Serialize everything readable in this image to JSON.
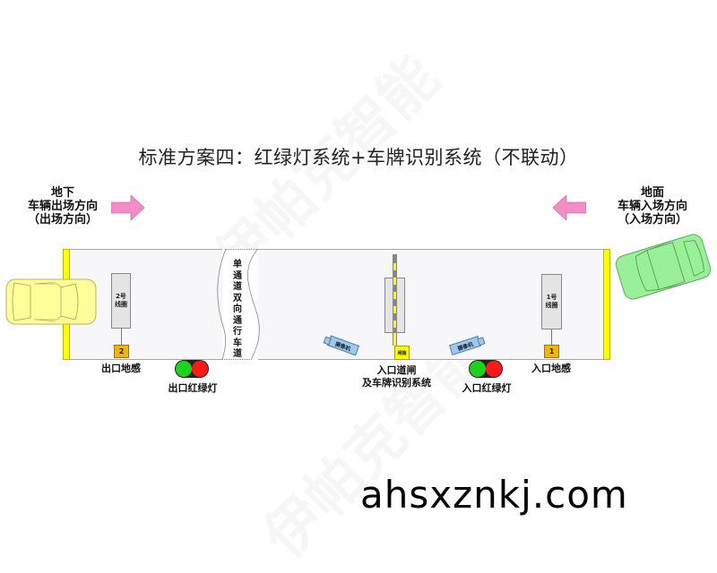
{
  "title": "标准方案四：红绿灯系统+车牌识别系统（不联动）",
  "watermark": "伊帕克智能",
  "exit_direction": {
    "line1": "地下",
    "line2": "车辆出场方向",
    "line3": "（出场方向）",
    "arrow": "right-arrow"
  },
  "entry_direction": {
    "line1": "地面",
    "line2": "车辆入场方向",
    "line3": "（入场方向）",
    "arrow": "left-arrow"
  },
  "lane_note": [
    "单",
    "通",
    "道",
    "双",
    "向",
    "通",
    "行",
    "车",
    "道"
  ],
  "loops": {
    "exit_loop": {
      "line1": "2号",
      "line2": "线圈",
      "detector_number": "2"
    },
    "entry_loop": {
      "line1": "1号",
      "line2": "线圈",
      "detector_number": "1"
    }
  },
  "barrier": {
    "box_label": "闸箱"
  },
  "cameras": {
    "left": "摄像机",
    "right": "摄像机"
  },
  "labels": {
    "exit_detector": "出口地感",
    "exit_light": "出口红绿灯",
    "entry_gate_line1": "入口道闸",
    "entry_gate_line2": "及车牌识别系统",
    "entry_light": "入口红绿灯",
    "entry_detector": "入口地感"
  },
  "colors": {
    "arrow_pink": "#f48cc7",
    "exit_car": "#ffff99",
    "entry_car": "#99f099",
    "stop_bar": "#ffff00",
    "detector": "#f5b400",
    "green_lamp": "#1fd11f",
    "red_lamp": "#ff1a1a",
    "camera": "#9fc8ea"
  },
  "footer_url": "ahsxznkj.com"
}
